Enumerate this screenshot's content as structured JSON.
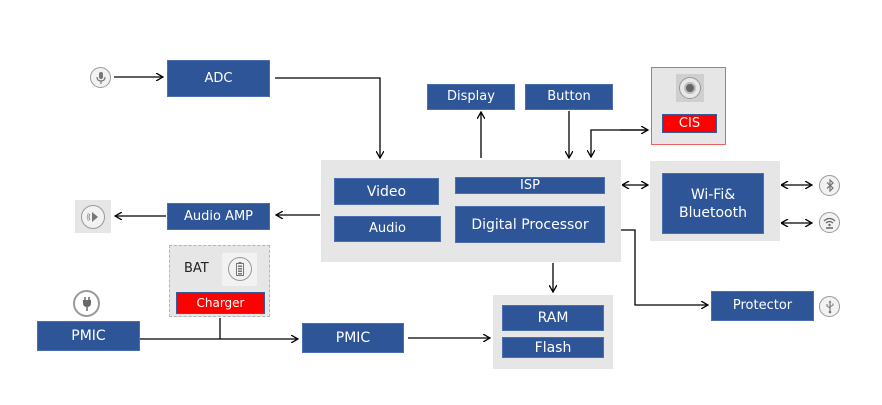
{
  "blocks": {
    "adc": "ADC",
    "display": "Display",
    "button": "Button",
    "cis": "CIS",
    "video": "Video",
    "audio": "Audio",
    "isp": "ISP",
    "digital_processor": "Digital Processor",
    "wifi_bt_line1": "Wi-Fi&",
    "wifi_bt_line2": "Bluetooth",
    "audio_amp": "Audio AMP",
    "bat": "BAT",
    "charger": "Charger",
    "pmic_left": "PMIC",
    "pmic_mid": "PMIC",
    "ram": "RAM",
    "flash": "Flash",
    "protector": "Protector"
  },
  "icons": {
    "microphone": "microphone-icon",
    "speaker": "speaker-icon",
    "power_plug": "power-plug-icon",
    "battery": "battery-icon",
    "camera_lens": "camera-lens-icon",
    "bluetooth": "bluetooth-icon",
    "wifi": "wifi-icon",
    "usb": "usb-icon"
  },
  "colors": {
    "block_blue": "#2e5597",
    "highlight_red": "#fe0000",
    "group_gray": "#e6e6e6"
  }
}
